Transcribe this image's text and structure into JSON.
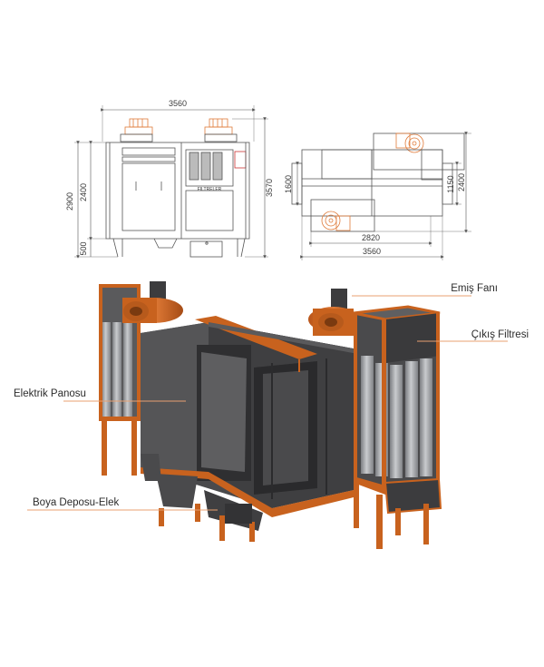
{
  "front_view": {
    "width_dim": "3560",
    "height_overall_dim": "2900",
    "height_body_dim": "2400",
    "height_legs_dim": "500",
    "height_right_dim": "3570",
    "filter_label": "FILTRELER"
  },
  "top_view": {
    "depth_dim_left": "1600",
    "depth_dim_inner": "1150",
    "depth_dim_outer": "2400",
    "length_inner_dim": "2820",
    "length_outer_dim": "3560"
  },
  "callouts": {
    "suction_fan": "Emiş Fanı",
    "outlet_filter": "Çıkış Filtresi",
    "electric_panel": "Elektrik Panosu",
    "paint_tank_sieve": "Boya Deposu-Elek"
  },
  "colors": {
    "frame_orange": "#c8621e",
    "body_dark": "#4a4a4a",
    "filter_grey": "#9a9ca0",
    "line_orange": "#e8a070",
    "drawing_line": "#555555"
  }
}
